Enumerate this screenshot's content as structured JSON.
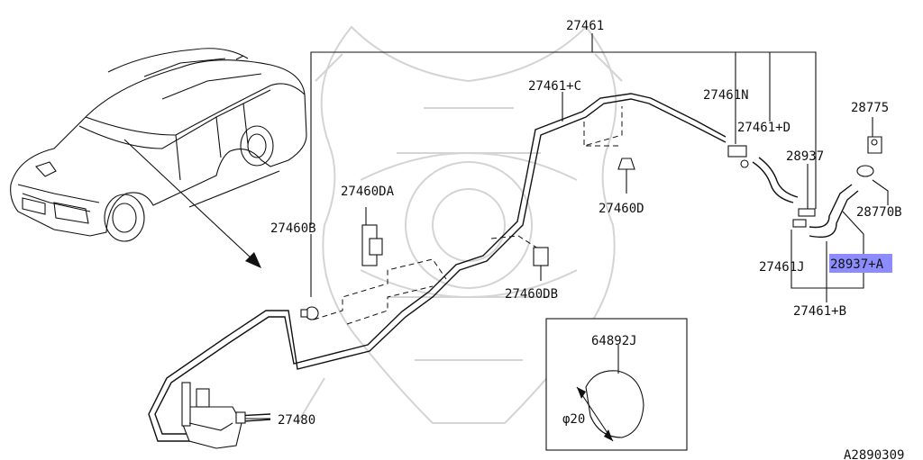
{
  "diagram_id": "A2890309",
  "highlight_color": "#8c8cff",
  "labels": {
    "p27461": "27461",
    "p27461C": "27461+C",
    "p27461N": "27461N",
    "p27461D": "27461+D",
    "p28775": "28775",
    "p28937": "28937",
    "p28770B": "28770B",
    "p27460DA": "27460DA",
    "p27460D": "27460D",
    "p27460B": "27460B",
    "p27461J": "27461J",
    "p28937A_part": "28937",
    "p28937A_suffix": "+A",
    "p27460DB": "27460DB",
    "p27461B": "27461+B",
    "p64892J": "64892J",
    "phi20": "φ20",
    "p27480": "27480"
  }
}
